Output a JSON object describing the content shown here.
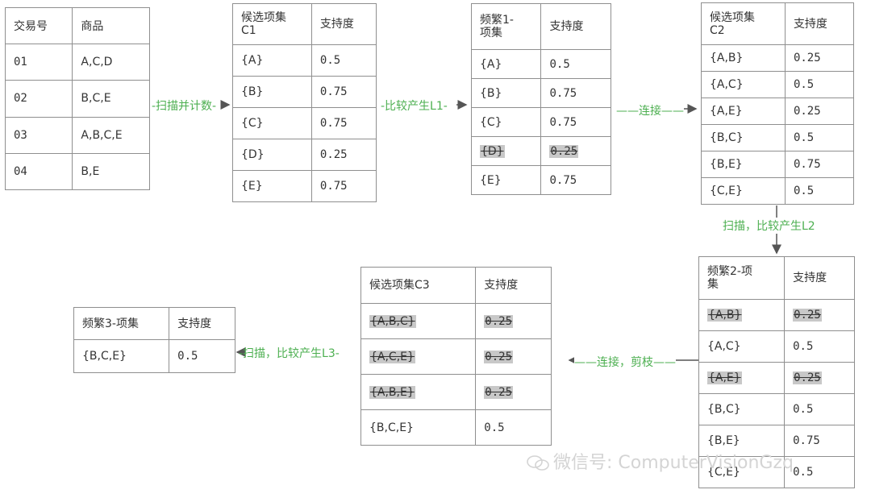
{
  "t_transactions": {
    "headers": [
      "交易号",
      "商品"
    ],
    "rows": [
      [
        "01",
        "A,C,D"
      ],
      [
        "02",
        "B,C,E"
      ],
      [
        "03",
        "A,B,C,E"
      ],
      [
        "04",
        "B,E"
      ]
    ]
  },
  "t_c1": {
    "headers": [
      "候选项集\nC1",
      "支持度"
    ],
    "rows": [
      [
        "{A}",
        "0.5"
      ],
      [
        "{B}",
        "0.75"
      ],
      [
        "{C}",
        "0.75"
      ],
      [
        "{D}",
        "0.25"
      ],
      [
        "{E}",
        "0.75"
      ]
    ]
  },
  "t_l1": {
    "headers": [
      "频繁1-\n项集",
      "支持度"
    ],
    "rows": [
      [
        "{A}",
        "0.5"
      ],
      [
        "{B}",
        "0.75"
      ],
      [
        "{C}",
        "0.75"
      ],
      [
        "{D}",
        "0.25"
      ],
      [
        "{E}",
        "0.75"
      ]
    ]
  },
  "t_c2": {
    "headers": [
      "候选项集\nC2",
      "支持度"
    ],
    "rows": [
      [
        "{A,B}",
        "0.25"
      ],
      [
        "{A,C}",
        "0.5"
      ],
      [
        "{A,E}",
        "0.25"
      ],
      [
        "{B,C}",
        "0.5"
      ],
      [
        "{B,E}",
        "0.75"
      ],
      [
        "{C,E}",
        "0.5"
      ]
    ]
  },
  "t_l2": {
    "headers": [
      "频繁2-项\n集",
      "支持度"
    ],
    "rows": [
      [
        "{A,B}",
        "0.25"
      ],
      [
        "{A,C}",
        "0.5"
      ],
      [
        "{A,E}",
        "0.25"
      ],
      [
        "{B,C}",
        "0.5"
      ],
      [
        "{B,E}",
        "0.75"
      ],
      [
        "{C,E}",
        "0.5"
      ]
    ]
  },
  "t_c3": {
    "headers": [
      "候选项集C3",
      "支持度"
    ],
    "rows": [
      [
        "{A,B,C}",
        "0.25"
      ],
      [
        "{A,C,E}",
        "0.25"
      ],
      [
        "{A,B,E}",
        "0.25"
      ],
      [
        "{B,C,E}",
        "0.5"
      ]
    ]
  },
  "t_l3": {
    "headers": [
      "频繁3-项集",
      "支持度"
    ],
    "rows": [
      [
        "{B,C,E}",
        "0.5"
      ]
    ]
  },
  "labels": {
    "scan_count": "-扫描并计数-",
    "compare_l1": "-比较产生L1-",
    "join": "——连接——",
    "scan_compare_l2": "扫描，比较产生L2",
    "join_prune": "——连接，剪枝——",
    "scan_compare_l3": "-扫描，比较产生L3-"
  },
  "watermark": "微信号: ComputerVisionGzq",
  "colors": {
    "label": "#4caf50",
    "border": "#8f8f8f",
    "pruned_bg": "#c8c8c8",
    "arrow": "#555555"
  }
}
